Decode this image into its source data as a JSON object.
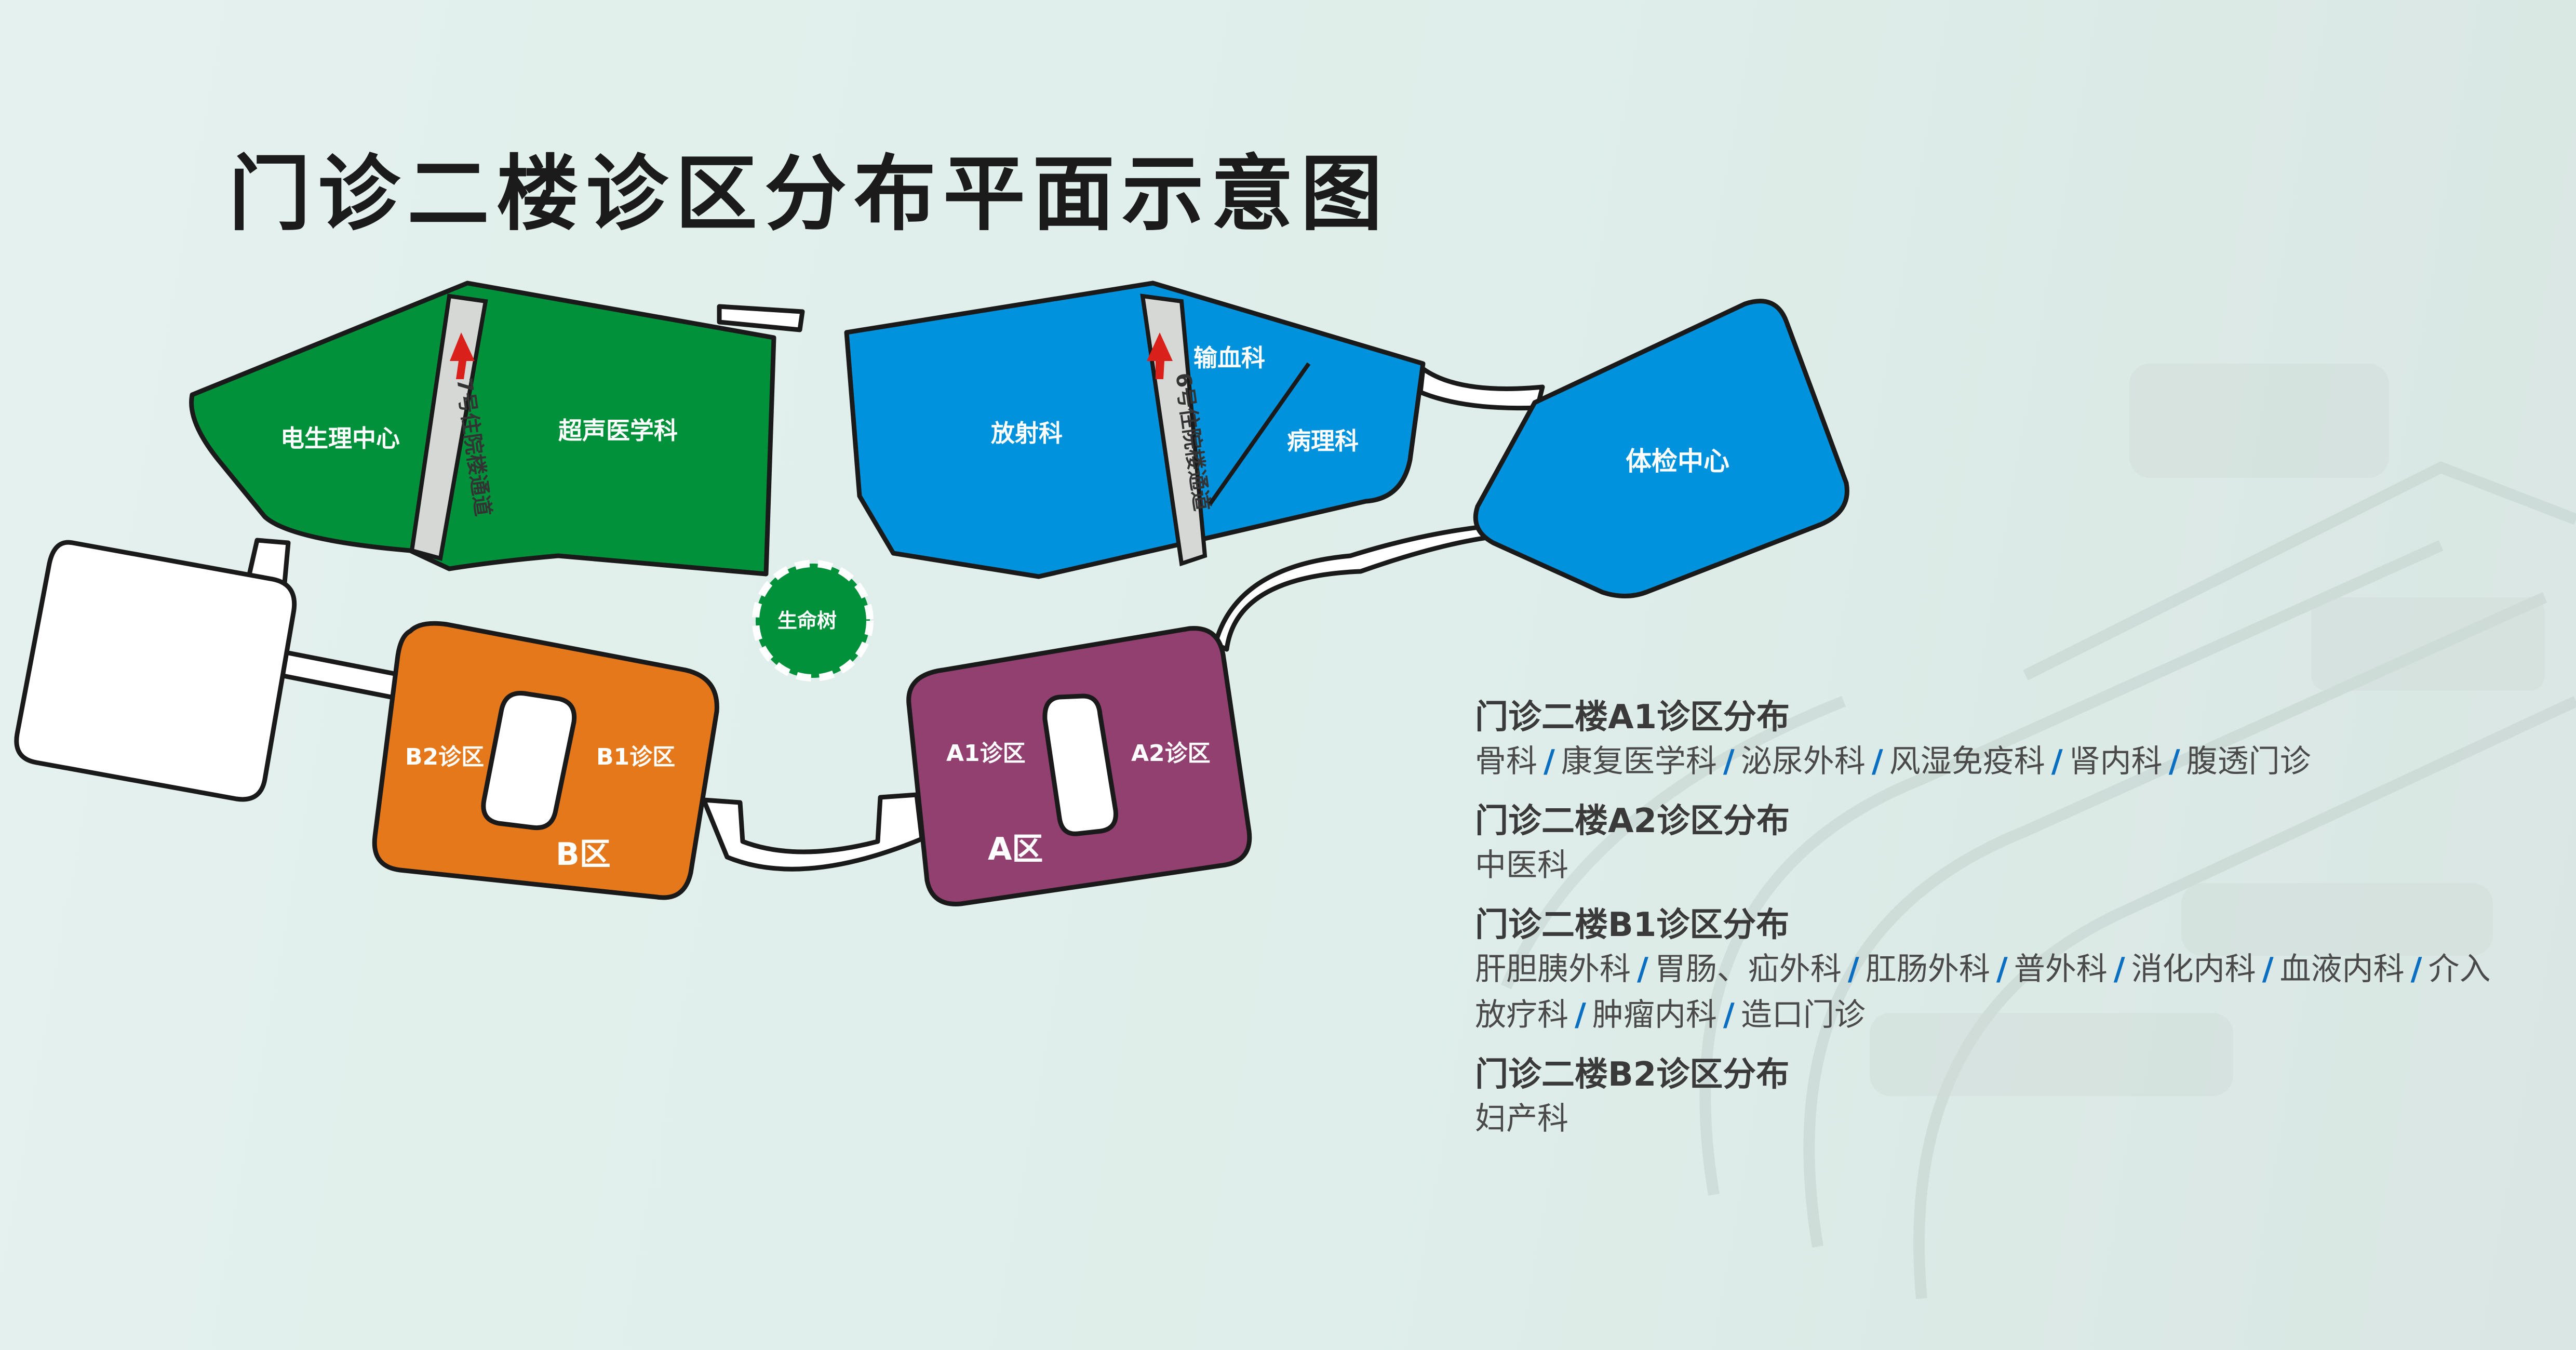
{
  "title": "门诊二楼诊区分布平面示意图",
  "colors": {
    "green": "#00913a",
    "blue": "#0092dd",
    "orange": "#e5781b",
    "purple": "#92406f",
    "corridor": "#d6d8d6",
    "arrow": "#d9201a"
  },
  "map": {
    "electrophysiology": "电生理中心",
    "ultrasound": "超声医学科",
    "corridor7": "7号住院楼通道",
    "corridor6": "6号住院楼通道",
    "radiology": "放射科",
    "transfusion": "输血科",
    "pathology": "病理科",
    "checkup": "体检中心",
    "tree": "生命树",
    "b2": "B2诊区",
    "b1": "B1诊区",
    "zone_b": "B区",
    "a1": "A1诊区",
    "a2": "A2诊区",
    "zone_a": "A区"
  },
  "legend": [
    {
      "title": "门诊二楼A1诊区分布",
      "items": [
        "骨科",
        "康复医学科",
        "泌尿外科",
        "风湿免疫科",
        "肾内科",
        "腹透门诊"
      ]
    },
    {
      "title": "门诊二楼A2诊区分布",
      "items": [
        "中医科"
      ]
    },
    {
      "title": "门诊二楼B1诊区分布",
      "items": [
        "肝胆胰外科",
        "胃肠、疝外科",
        "肛肠外科",
        "普外科",
        "消化内科",
        "血液内科",
        "介入放疗科",
        "肿瘤内科",
        "造口门诊"
      ]
    },
    {
      "title": "门诊二楼B2诊区分布",
      "items": [
        "妇产科"
      ]
    }
  ]
}
